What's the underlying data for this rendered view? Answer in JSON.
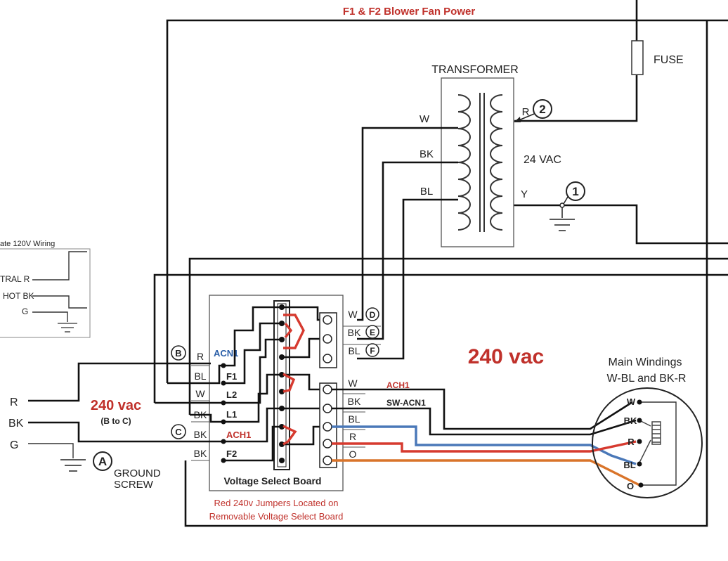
{
  "header": {
    "title": "F1 & F2 Blower Fan Power"
  },
  "fuse": {
    "label": "FUSE"
  },
  "transformer": {
    "label": "TRANSFORMER",
    "voltage": "24 VAC",
    "primary_labels": [
      "W",
      "BK",
      "BL"
    ],
    "secondary_labels": [
      "R",
      "Y"
    ],
    "markers": [
      "2",
      "1"
    ]
  },
  "inset": {
    "title": "ate 120V Wiring",
    "rows": [
      "TRAL R",
      "HOT BK",
      "G"
    ]
  },
  "line_in": {
    "labels": [
      "R",
      "BK",
      "G"
    ],
    "voltage": "240 vac",
    "voltage_note": "(B to C)",
    "ground_marker": "A",
    "ground_label_1": "GROUND",
    "ground_label_2": "SCREW"
  },
  "board": {
    "title": "Voltage Select Board",
    "markers": [
      "B",
      "C"
    ],
    "left_wire_labels": [
      "R",
      "BL",
      "W",
      "BK",
      "BK",
      "BK"
    ],
    "acn1_top": "ACN1",
    "terminal_labels": [
      "F1",
      "L2",
      "L1",
      "ACH1",
      "F2"
    ],
    "right_upper_labels": [
      "W",
      "BK",
      "BL"
    ],
    "right_upper_markers": [
      "D",
      "E",
      "F"
    ],
    "right_lower_labels": [
      "W",
      "BK",
      "BL",
      "R",
      "O"
    ],
    "jumper_note_1": "Red 240v Jumpers Located on",
    "jumper_note_2": "Removable Voltage Select Board"
  },
  "motor": {
    "title_1": "Main  Windings",
    "title_2": "W-BL and BK-R",
    "voltage": "240 vac",
    "wire_ach1": "ACH1",
    "wire_sw_acn1": "SW-ACN1",
    "terminals": [
      "W",
      "BK",
      "R",
      "BL",
      "O"
    ]
  },
  "colors": {
    "wire_black": "#111111",
    "wire_red": "#d63a2f",
    "wire_blue": "#4a78b8",
    "wire_orange": "#d9742a",
    "label_red": "#c0312b",
    "label_blue": "#2b5fa8"
  }
}
